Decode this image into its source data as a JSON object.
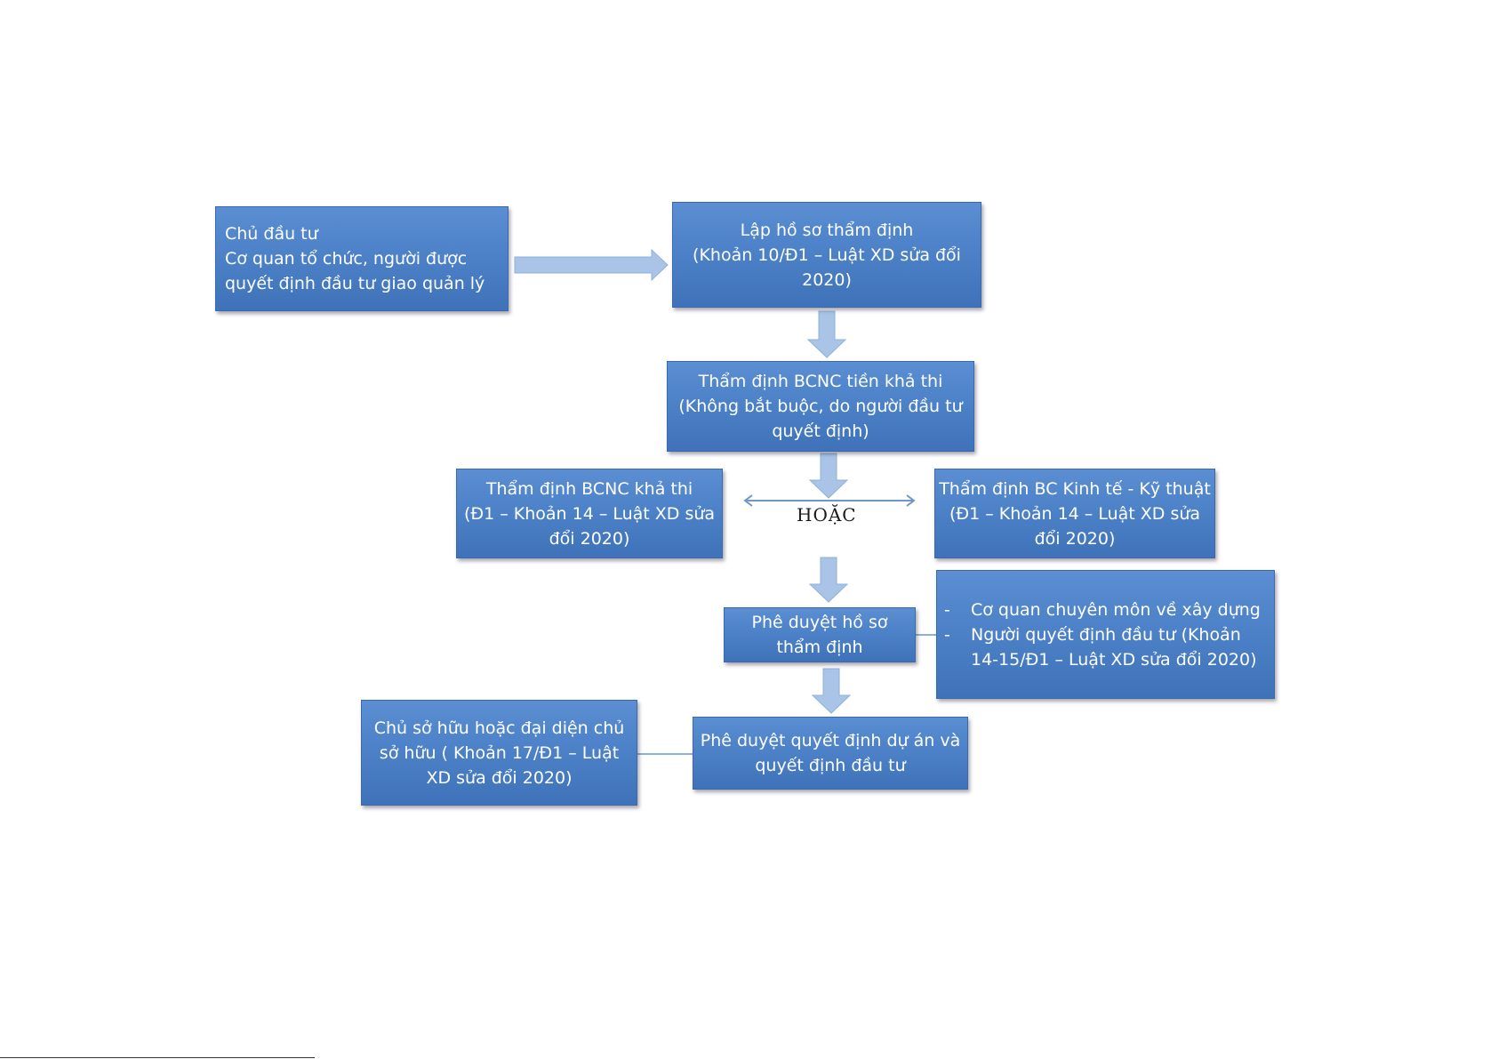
{
  "boxes": {
    "investor": {
      "lines": [
        "Chủ đầu tư",
        "Cơ quan tổ chức, người được",
        "quyết định đầu tư giao quản lý"
      ]
    },
    "prepare_dossier": {
      "lines": [
        "Lập hồ sơ thẩm định",
        "(Khoản 10/Đ1 – Luật XD sửa đổi",
        "2020)"
      ]
    },
    "prefeasibility": {
      "lines": [
        "Thẩm định BCNC tiền khả thi",
        "(Không bắt buộc, do người đầu tư",
        "quyết định)"
      ]
    },
    "feasibility": {
      "lines": [
        "Thẩm định BCNC khả thi",
        "(Đ1 – Khoản 14 – Luật XD sửa",
        "đổi 2020)"
      ]
    },
    "econ_tech": {
      "lines": [
        "Thẩm định BC Kinh tế - Kỹ thuật",
        "(Đ1 – Khoản 14 – Luật XD sửa",
        "đổi 2020)"
      ]
    },
    "approve_dossier": {
      "lines": [
        "Phê duyệt hồ sơ",
        "thẩm định"
      ]
    },
    "approvers": {
      "items": [
        {
          "dash": "-",
          "lines": [
            "Cơ quan chuyên môn về xây dựng"
          ]
        },
        {
          "dash": "-",
          "lines": [
            "Người quyết định đầu tư (Khoản",
            "14-15/Đ1 – Luật XD sửa đổi 2020)"
          ]
        }
      ]
    },
    "approve_project": {
      "lines": [
        "Phê duyệt quyết định dự án và",
        "quyết định đầu tư"
      ]
    },
    "owner": {
      "lines": [
        "Chủ sở hữu hoặc đại diện chủ",
        "sở hữu ( Khoản 17/Đ1 – Luật",
        "XD sửa đổi 2020)"
      ]
    }
  },
  "or_label": "HOẶC",
  "colors": {
    "box_fill": "#4a7fc6",
    "arrow_fill": "#a9c4e6",
    "connector": "#8fb0db",
    "text": "#ffffff"
  }
}
